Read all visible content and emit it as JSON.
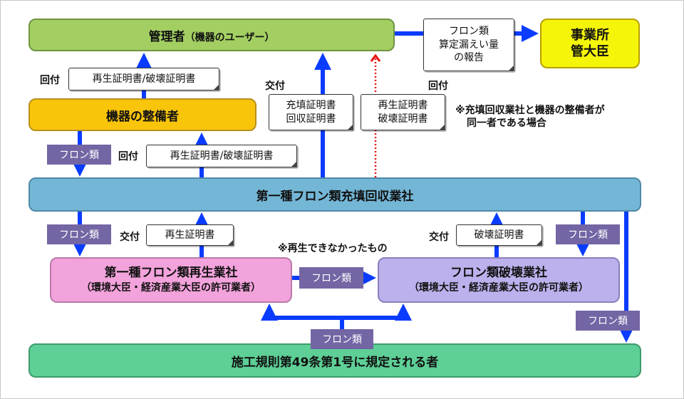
{
  "nodes": {
    "manager": {
      "title": "管理者",
      "subtitle": "（機器のユーザー）"
    },
    "minister": {
      "line1": "事業所",
      "line2": "管大臣"
    },
    "service": {
      "title": "機器の整備者"
    },
    "collector": {
      "title": "第一種フロン類充填回収業社"
    },
    "recycler": {
      "title": "第一種フロン類再生業社",
      "subtitle": "（環境大臣・経済産業大臣の許可業者）"
    },
    "destroyer": {
      "title": "フロン類破壊業社",
      "subtitle": "（環境大臣・経済産業大臣の許可業者）"
    },
    "article": {
      "title": "施工規則第49条第1号に規定される者"
    }
  },
  "documents": {
    "report": [
      "フロン類",
      "算定漏えい量",
      "の報告"
    ],
    "to_manager": "再生証明書/破壊証明書",
    "to_service": "再生証明書/破壊証明書",
    "fill_collect": [
      "充填証明書",
      "回収証明書"
    ],
    "recycle_destroy": [
      "再生証明書",
      "破壊証明書"
    ],
    "recycle_cert": "再生証明書",
    "destroy_cert": "破壊証明書"
  },
  "labels": {
    "return1": "回付",
    "return2": "回付",
    "return3": "回付",
    "issue1": "交付",
    "issue2": "交付",
    "issue3": "交付"
  },
  "freon_tags": {
    "service_to_collector": "フロン類",
    "collector_to_recycler": "フロン類",
    "collector_to_destroyer": "フロン類",
    "recycler_to_destroyer": "フロン類",
    "article_to_plants": "フロン類",
    "collector_to_article": "フロン類"
  },
  "notes": {
    "same_entity": [
      "※充填回収業社と機器の整備者が",
      "同一者である場合"
    ],
    "unrecyclable": "※再生できなかったもの"
  },
  "colors": {
    "arrow": "#0a3cff",
    "dotted_arrow": "#e81010",
    "tag": "#7465a4"
  }
}
